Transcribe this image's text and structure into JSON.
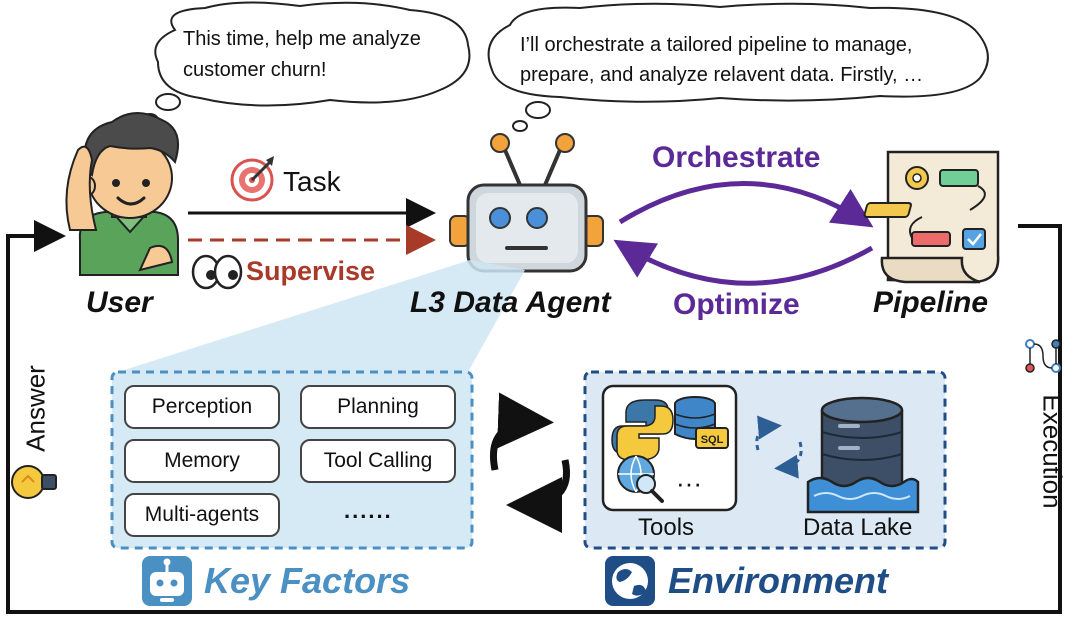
{
  "bubbles": {
    "user_line1": "This time, help me analyze",
    "user_line2": "customer churn!",
    "agent_line1": "I’ll orchestrate a tailored pipeline to manage,",
    "agent_line2": "prepare, and analyze relavent data. Firstly, …"
  },
  "actors": {
    "user": "User",
    "agent": "L3 Data Agent",
    "pipeline": "Pipeline"
  },
  "arrows": {
    "task": "Task",
    "supervise": "Supervise",
    "orchestrate": "Orchestrate",
    "optimize": "Optimize",
    "answer": "Answer",
    "execution": "Execution"
  },
  "key_factors": {
    "title": "Key Factors",
    "items": [
      "Perception",
      "Planning",
      "Memory",
      "Tool Calling",
      "Multi-agents",
      "......"
    ]
  },
  "environment": {
    "title": "Environment",
    "tools_label": "Tools",
    "data_lake_label": "Data Lake",
    "sql_tag": "SQL",
    "more": "···"
  },
  "colors": {
    "purple": "#5b2a97",
    "supervise_red": "#a83a2a",
    "key_factors_blue": "#4a90c2",
    "environment_navy": "#1f4e86",
    "panel_fill": "#d6eaf6",
    "env_fill": "#dce9f5"
  },
  "icons": [
    "user-avatar",
    "target-icon",
    "eyes-icon",
    "robot-icon",
    "pipeline-document-icon",
    "python-icon",
    "database-icon",
    "globe-search-icon",
    "data-lake-icon",
    "lightbulb-icon",
    "workflow-icon",
    "cycle-arrows-icon",
    "robot-badge-icon",
    "earth-badge-icon"
  ]
}
